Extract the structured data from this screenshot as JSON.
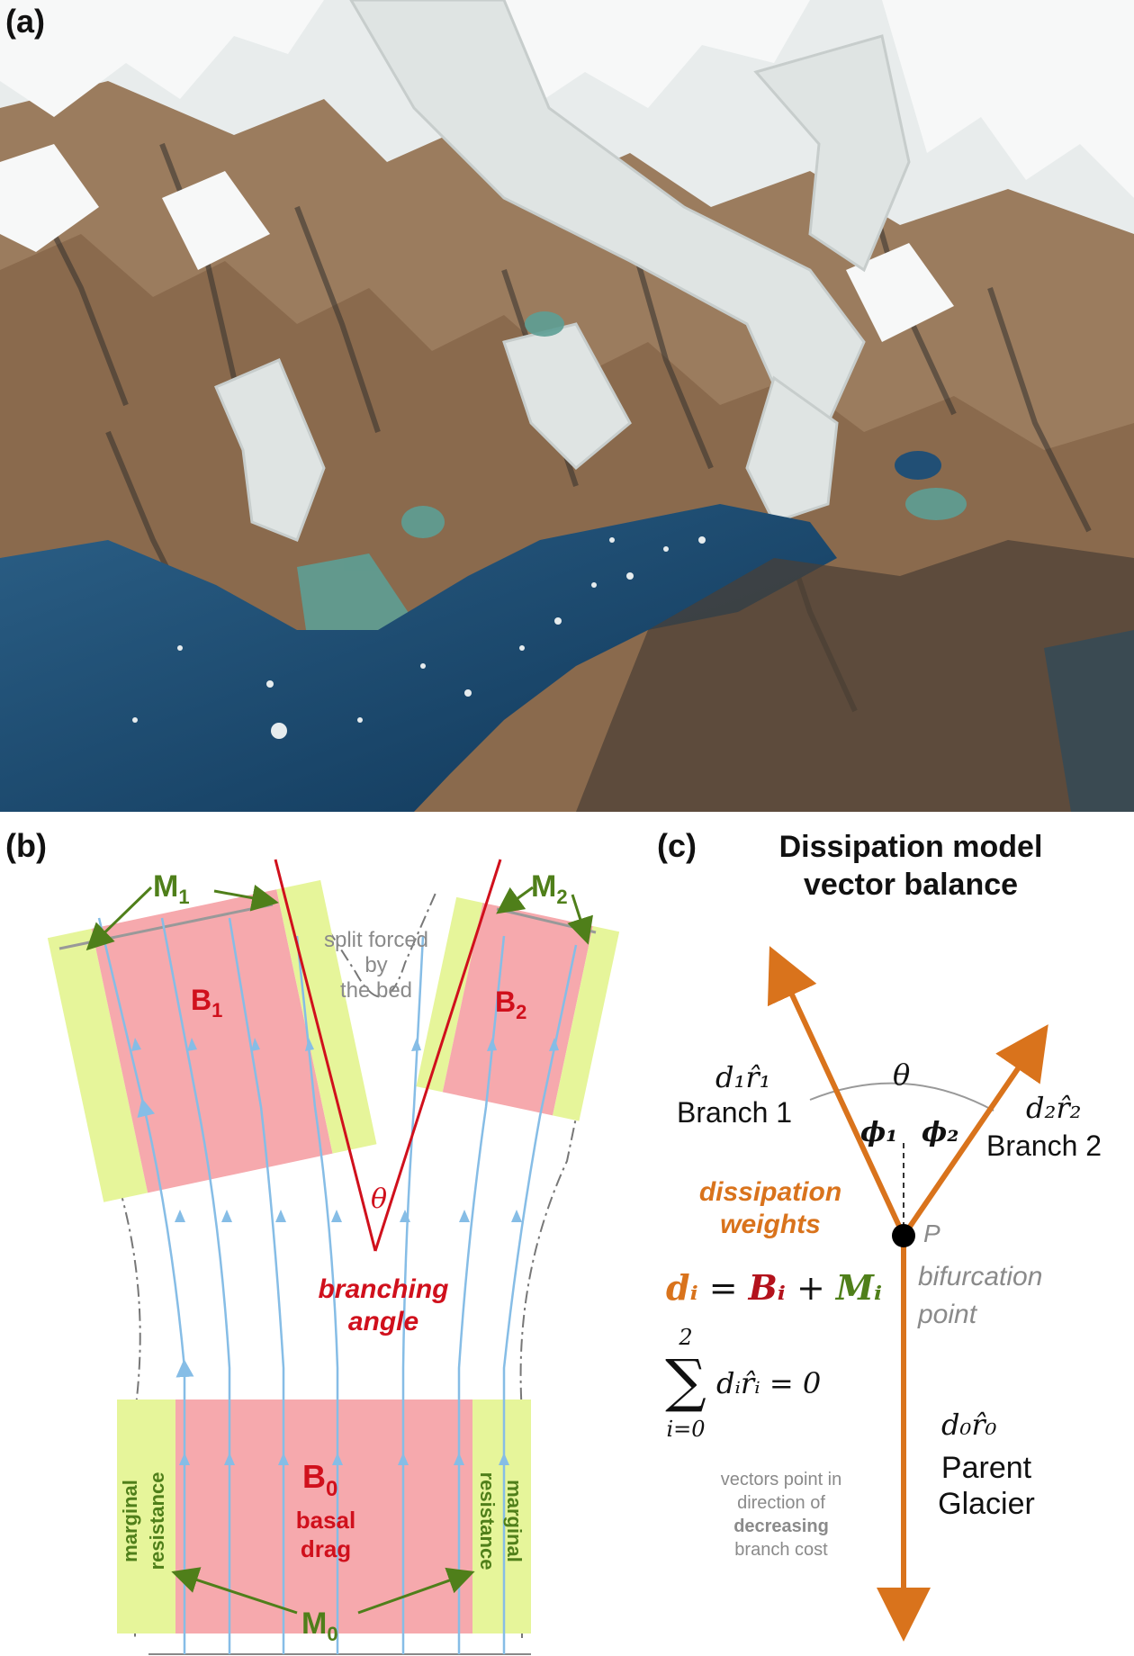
{
  "panels": {
    "a": {
      "label": "(a)"
    },
    "b": {
      "label": "(b)",
      "m1": "M",
      "m1_sub": "1",
      "m2": "M",
      "m2_sub": "2",
      "b1": "B",
      "b1_sub": "1",
      "b2": "B",
      "b2_sub": "2",
      "split_text": [
        "split forced",
        "by",
        "the bed"
      ],
      "theta": "θ",
      "branching_angle": [
        "branching",
        "angle"
      ],
      "b0": "B",
      "b0_sub": "0",
      "basal_drag": [
        "basal",
        "drag"
      ],
      "marginal": "marginal",
      "resistance": "resistance",
      "m0": "M",
      "m0_sub": "0"
    },
    "c": {
      "label": "(c)",
      "title": [
        "Dissipation model",
        "vector balance"
      ],
      "theta": "θ",
      "d1r1": "d₁r̂₁",
      "branch1": "Branch 1",
      "phi1": "ϕ₁",
      "phi2": "ϕ₂",
      "d2r2": "d₂r̂₂",
      "branch2": "Branch 2",
      "dissipation_weights": [
        "dissipation",
        "weights"
      ],
      "p": "P",
      "bifurcation_point": [
        "bifurcation",
        "point"
      ],
      "eq_di": "dᵢ",
      "eq_eq": " = ",
      "eq_bi": "Bᵢ",
      "eq_plus": " + ",
      "eq_mi": "Mᵢ",
      "sum_upper": "2",
      "sum_symbol": "∑",
      "sum_lower": "i=0",
      "sum_body": "dᵢr̂ᵢ = 0",
      "d0r0": "d₀r̂₀",
      "parent_glacier": [
        "Parent",
        "Glacier"
      ],
      "vectors_note": [
        "vectors point in",
        "direction of",
        "decreasing",
        "branch cost"
      ]
    }
  },
  "colors": {
    "orange": "#d9731c",
    "red": "#d0101c",
    "green": "#4f7f1a",
    "pink_fill": "#f6a9ad",
    "lime_fill": "#e6f59a",
    "flowline": "#86bde6",
    "gray": "#8a8a8a",
    "ice": "#e9eeee",
    "ocean": "#123e63",
    "rock": "#8b6e52"
  }
}
